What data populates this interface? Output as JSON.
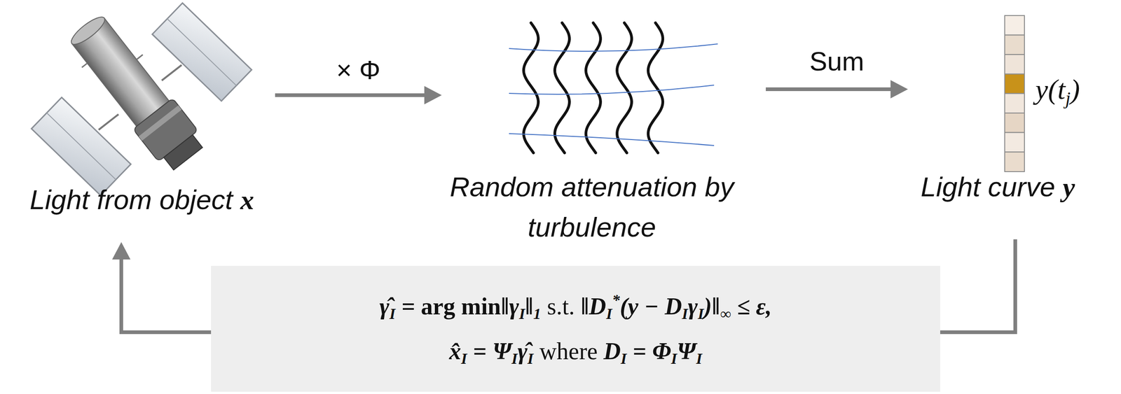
{
  "diagram": {
    "nodes": [
      {
        "text": [
          "Light from object x"
        ]
      },
      {
        "text": [
          "Random attenuation by turbulence"
        ]
      },
      {
        "text": [
          "Light curve y"
        ]
      },
      {
        "text": [
          "γ̂I = arg min‖γI‖1 s.t. ‖DI*(y − DIγI)‖∞ ≤ ε,",
          "x̂I = ΨIγ̂I where DI = ΦIΨI"
        ]
      }
    ],
    "edges": [
      {
        "from": 0,
        "to": 1,
        "label": "× Φ",
        "arrow": "to"
      },
      {
        "from": 1,
        "to": 2,
        "label": "Sum",
        "arrow": "to"
      },
      {
        "from": 2,
        "to": 3,
        "arrow": "none"
      },
      {
        "from": 3,
        "to": 0,
        "arrow": "to"
      }
    ],
    "labels": [
      "y(tj)"
    ]
  }
}
